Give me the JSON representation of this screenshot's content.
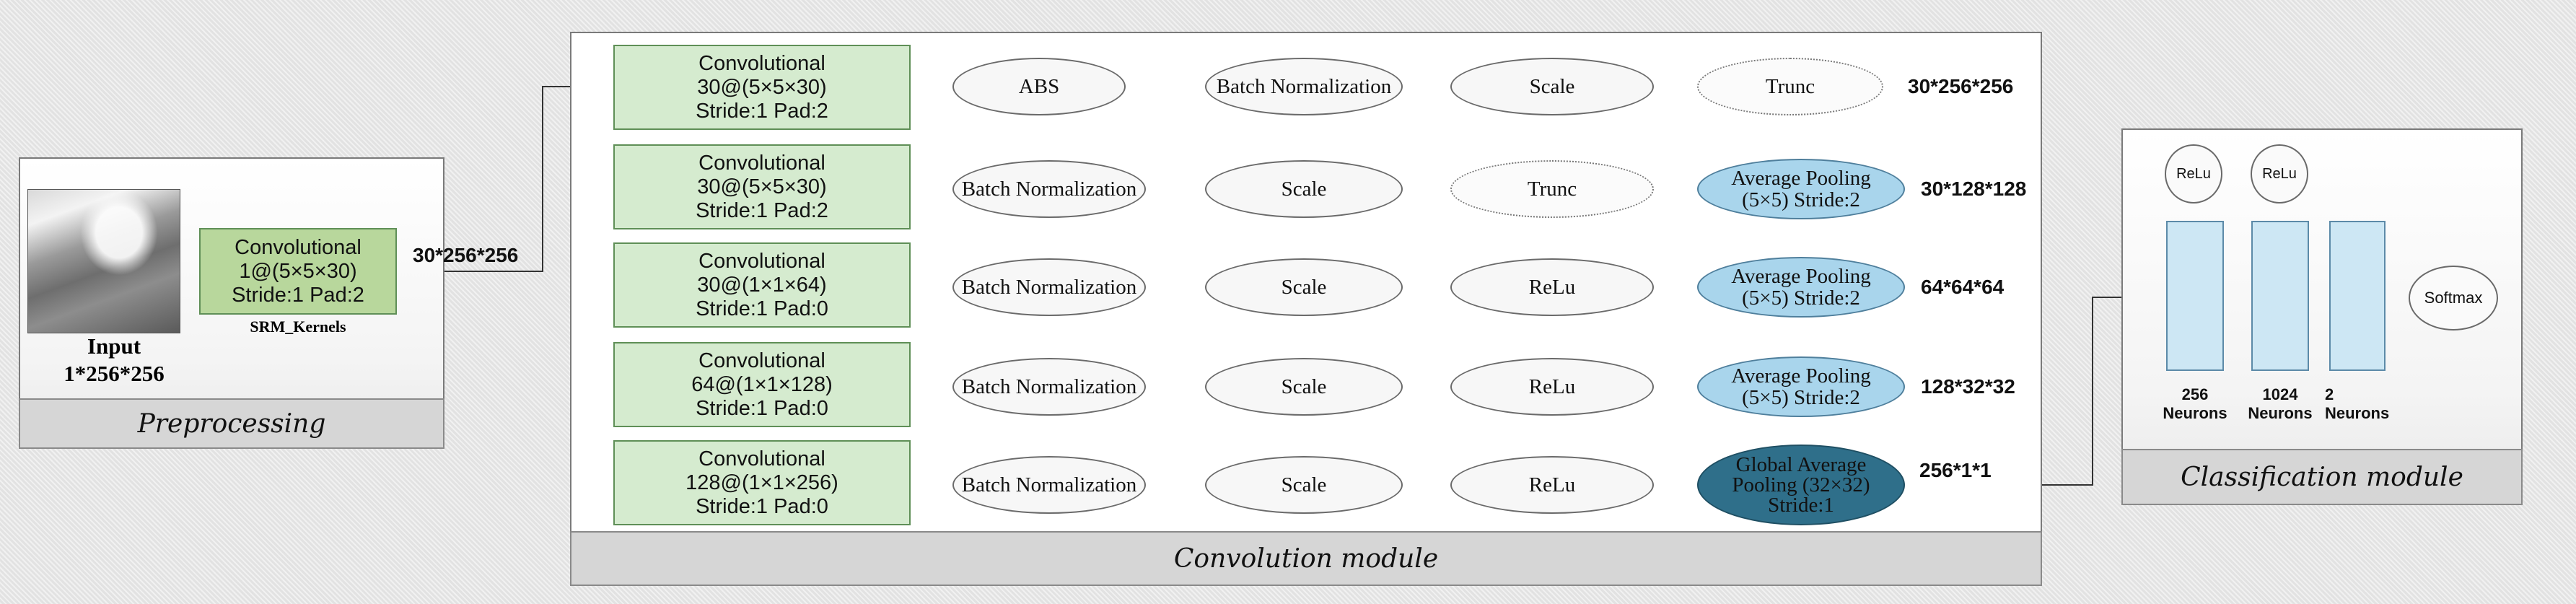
{
  "preprocessing": {
    "input_label": "Input",
    "input_size": "1*256*256",
    "conv": [
      "Convolutional",
      "1@(5×5×30)",
      "Stride:1 Pad:2"
    ],
    "srm_label": "SRM_Kernels",
    "output_dim": "30*256*256",
    "caption": "Preprocessing"
  },
  "convolution_module": {
    "caption": "Convolution module",
    "rows": [
      {
        "conv": [
          "Convolutional",
          "30@(5×5×30)",
          "Stride:1 Pad:2"
        ],
        "ops": [
          "ABS",
          "Batch Normalization",
          "Scale",
          "Trunc"
        ],
        "output_dim": "30*256*256"
      },
      {
        "conv": [
          "Convolutional",
          "30@(5×5×30)",
          "Stride:1 Pad:2"
        ],
        "ops": [
          "Batch Normalization",
          "Scale",
          "Trunc",
          "Average Pooling (5×5) Stride:2"
        ],
        "output_dim": "30*128*128"
      },
      {
        "conv": [
          "Convolutional",
          "30@(1×1×64)",
          "Stride:1 Pad:0"
        ],
        "ops": [
          "Batch Normalization",
          "Scale",
          "ReLu",
          "Average Pooling (5×5) Stride:2"
        ],
        "output_dim": "64*64*64"
      },
      {
        "conv": [
          "Convolutional",
          "64@(1×1×128)",
          "Stride:1  Pad:0"
        ],
        "ops": [
          "Batch Normalization",
          "Scale",
          "ReLu",
          "Average Pooling (5×5) Stride:2"
        ],
        "output_dim": "128*32*32"
      },
      {
        "conv": [
          "Convolutional",
          "128@(1×1×256)",
          "Stride:1 Pad:0"
        ],
        "ops": [
          "Batch Normalization",
          "Scale",
          "ReLu",
          "Global Average Pooling (32×32) Stride:1"
        ],
        "output_dim": "256*1*1"
      }
    ]
  },
  "classification": {
    "caption": "Classification module",
    "relu_labels": [
      "ReLu",
      "ReLu"
    ],
    "layers": [
      {
        "count": "256",
        "unit": "Neurons"
      },
      {
        "count": "1024",
        "unit": "Neurons"
      },
      {
        "count": "2",
        "unit": "Neurons"
      }
    ],
    "softmax": "Softmax"
  }
}
